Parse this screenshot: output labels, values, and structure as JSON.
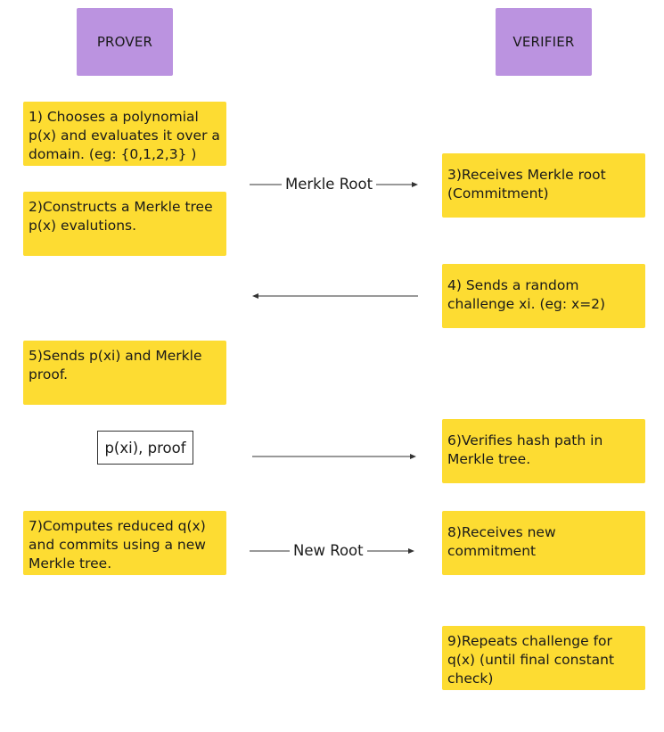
{
  "headers": {
    "prover": "PROVER",
    "verifier": "VERIFIER"
  },
  "prover_steps": [
    "1) Chooses a polynomial p(x) and evaluates it over a domain. (eg: {0,1,2,3} )",
    "2)Constructs a Merkle tree p(x) evalutions.",
    "5)Sends p(xi) and Merkle proof.",
    "7)Computes reduced q(x) and commits using a new Merkle tree."
  ],
  "verifier_steps": [
    "3)Receives Merkle root (Commitment)",
    "4) Sends a random challenge xi. (eg: x=2)",
    "6)Verifies hash path in Merkle tree.",
    "8)Receives new commitment",
    "9)Repeats challenge for q(x) (until final constant check)"
  ],
  "messages": {
    "merkle_root": "Merkle Root",
    "proof_box": "p(xi), proof",
    "new_root": "New Root"
  },
  "colors": {
    "header": "#bb93e0",
    "note": "#fddc32",
    "arrow": "#333333"
  }
}
